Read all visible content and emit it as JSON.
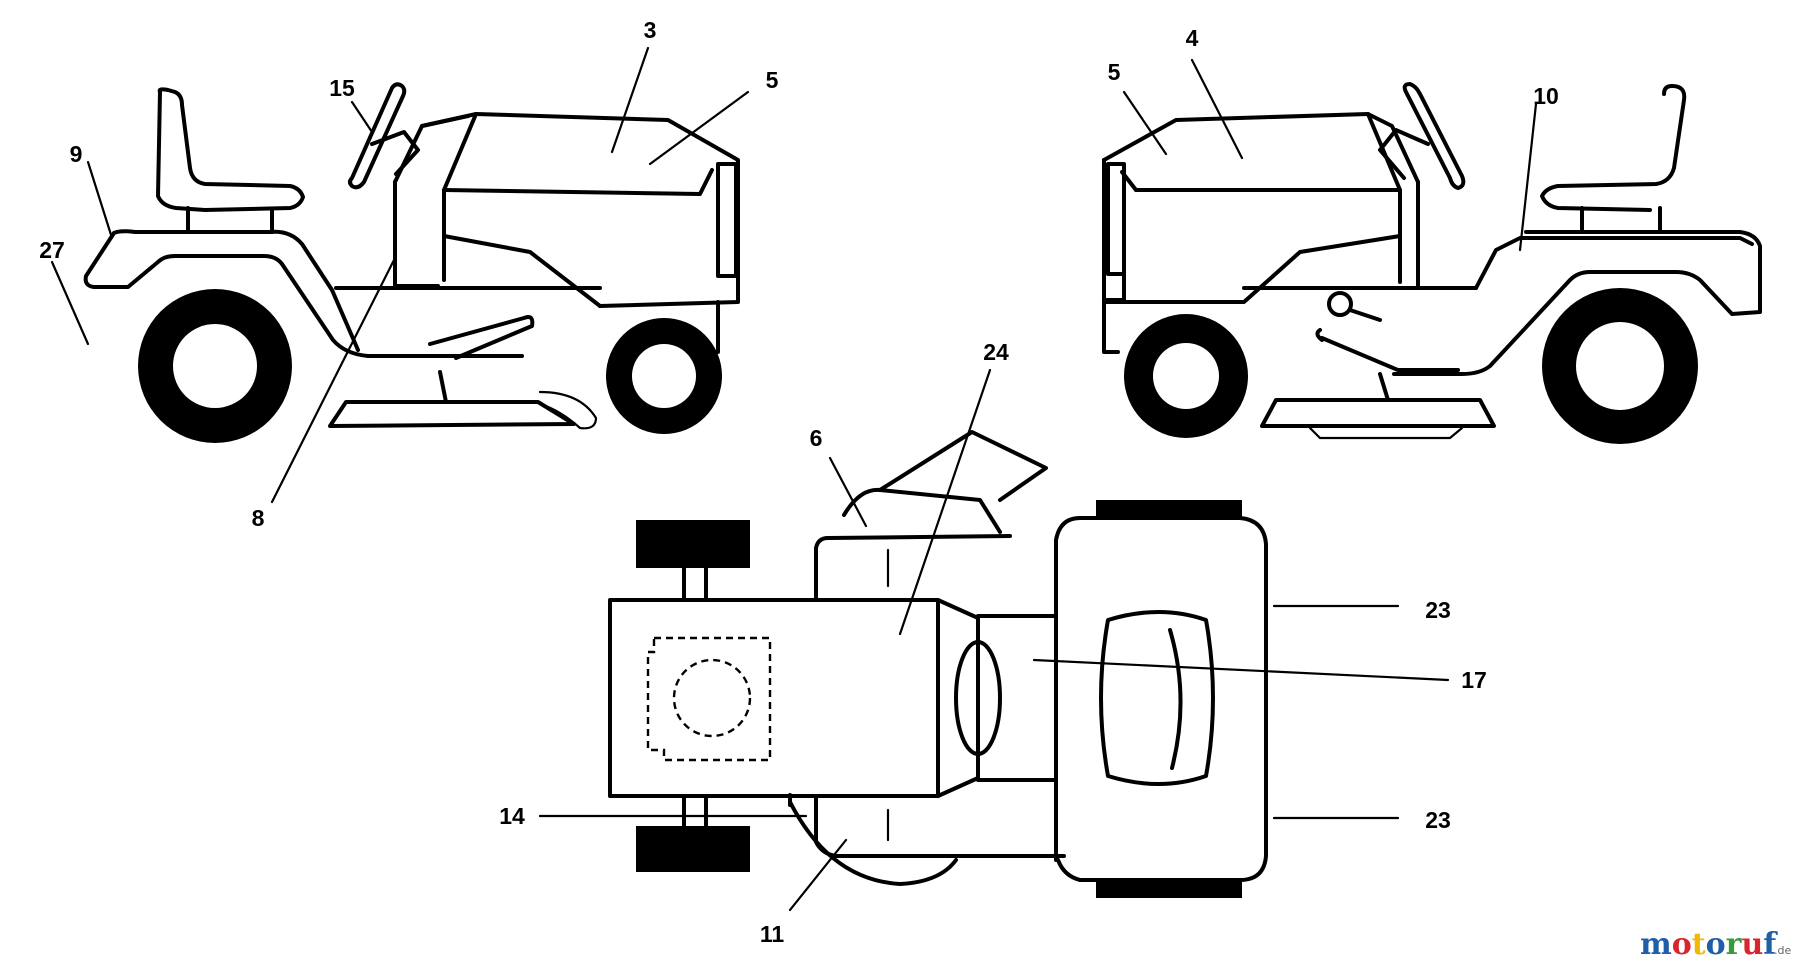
{
  "diagram": {
    "type": "parts-decal-diagram",
    "views": [
      "left-side",
      "right-side",
      "top"
    ],
    "callouts": [
      {
        "id": "c3",
        "label": "3"
      },
      {
        "id": "c4",
        "label": "4"
      },
      {
        "id": "c5-left",
        "label": "5"
      },
      {
        "id": "c5-right",
        "label": "5"
      },
      {
        "id": "c6",
        "label": "6"
      },
      {
        "id": "c8",
        "label": "8"
      },
      {
        "id": "c9",
        "label": "9"
      },
      {
        "id": "c10",
        "label": "10"
      },
      {
        "id": "c11",
        "label": "11"
      },
      {
        "id": "c14",
        "label": "14"
      },
      {
        "id": "c15",
        "label": "15"
      },
      {
        "id": "c17",
        "label": "17"
      },
      {
        "id": "c23-top",
        "label": "23"
      },
      {
        "id": "c23-bottom",
        "label": "23"
      },
      {
        "id": "c24",
        "label": "24"
      },
      {
        "id": "c27",
        "label": "27"
      }
    ]
  },
  "watermark": {
    "text": "motoruf",
    "suffix": ".de",
    "colors": [
      "#1f5fa8",
      "#d8262e",
      "#f2b705",
      "#1f5fa8",
      "#3a9a3a",
      "#d8262e",
      "#1f5fa8"
    ]
  }
}
